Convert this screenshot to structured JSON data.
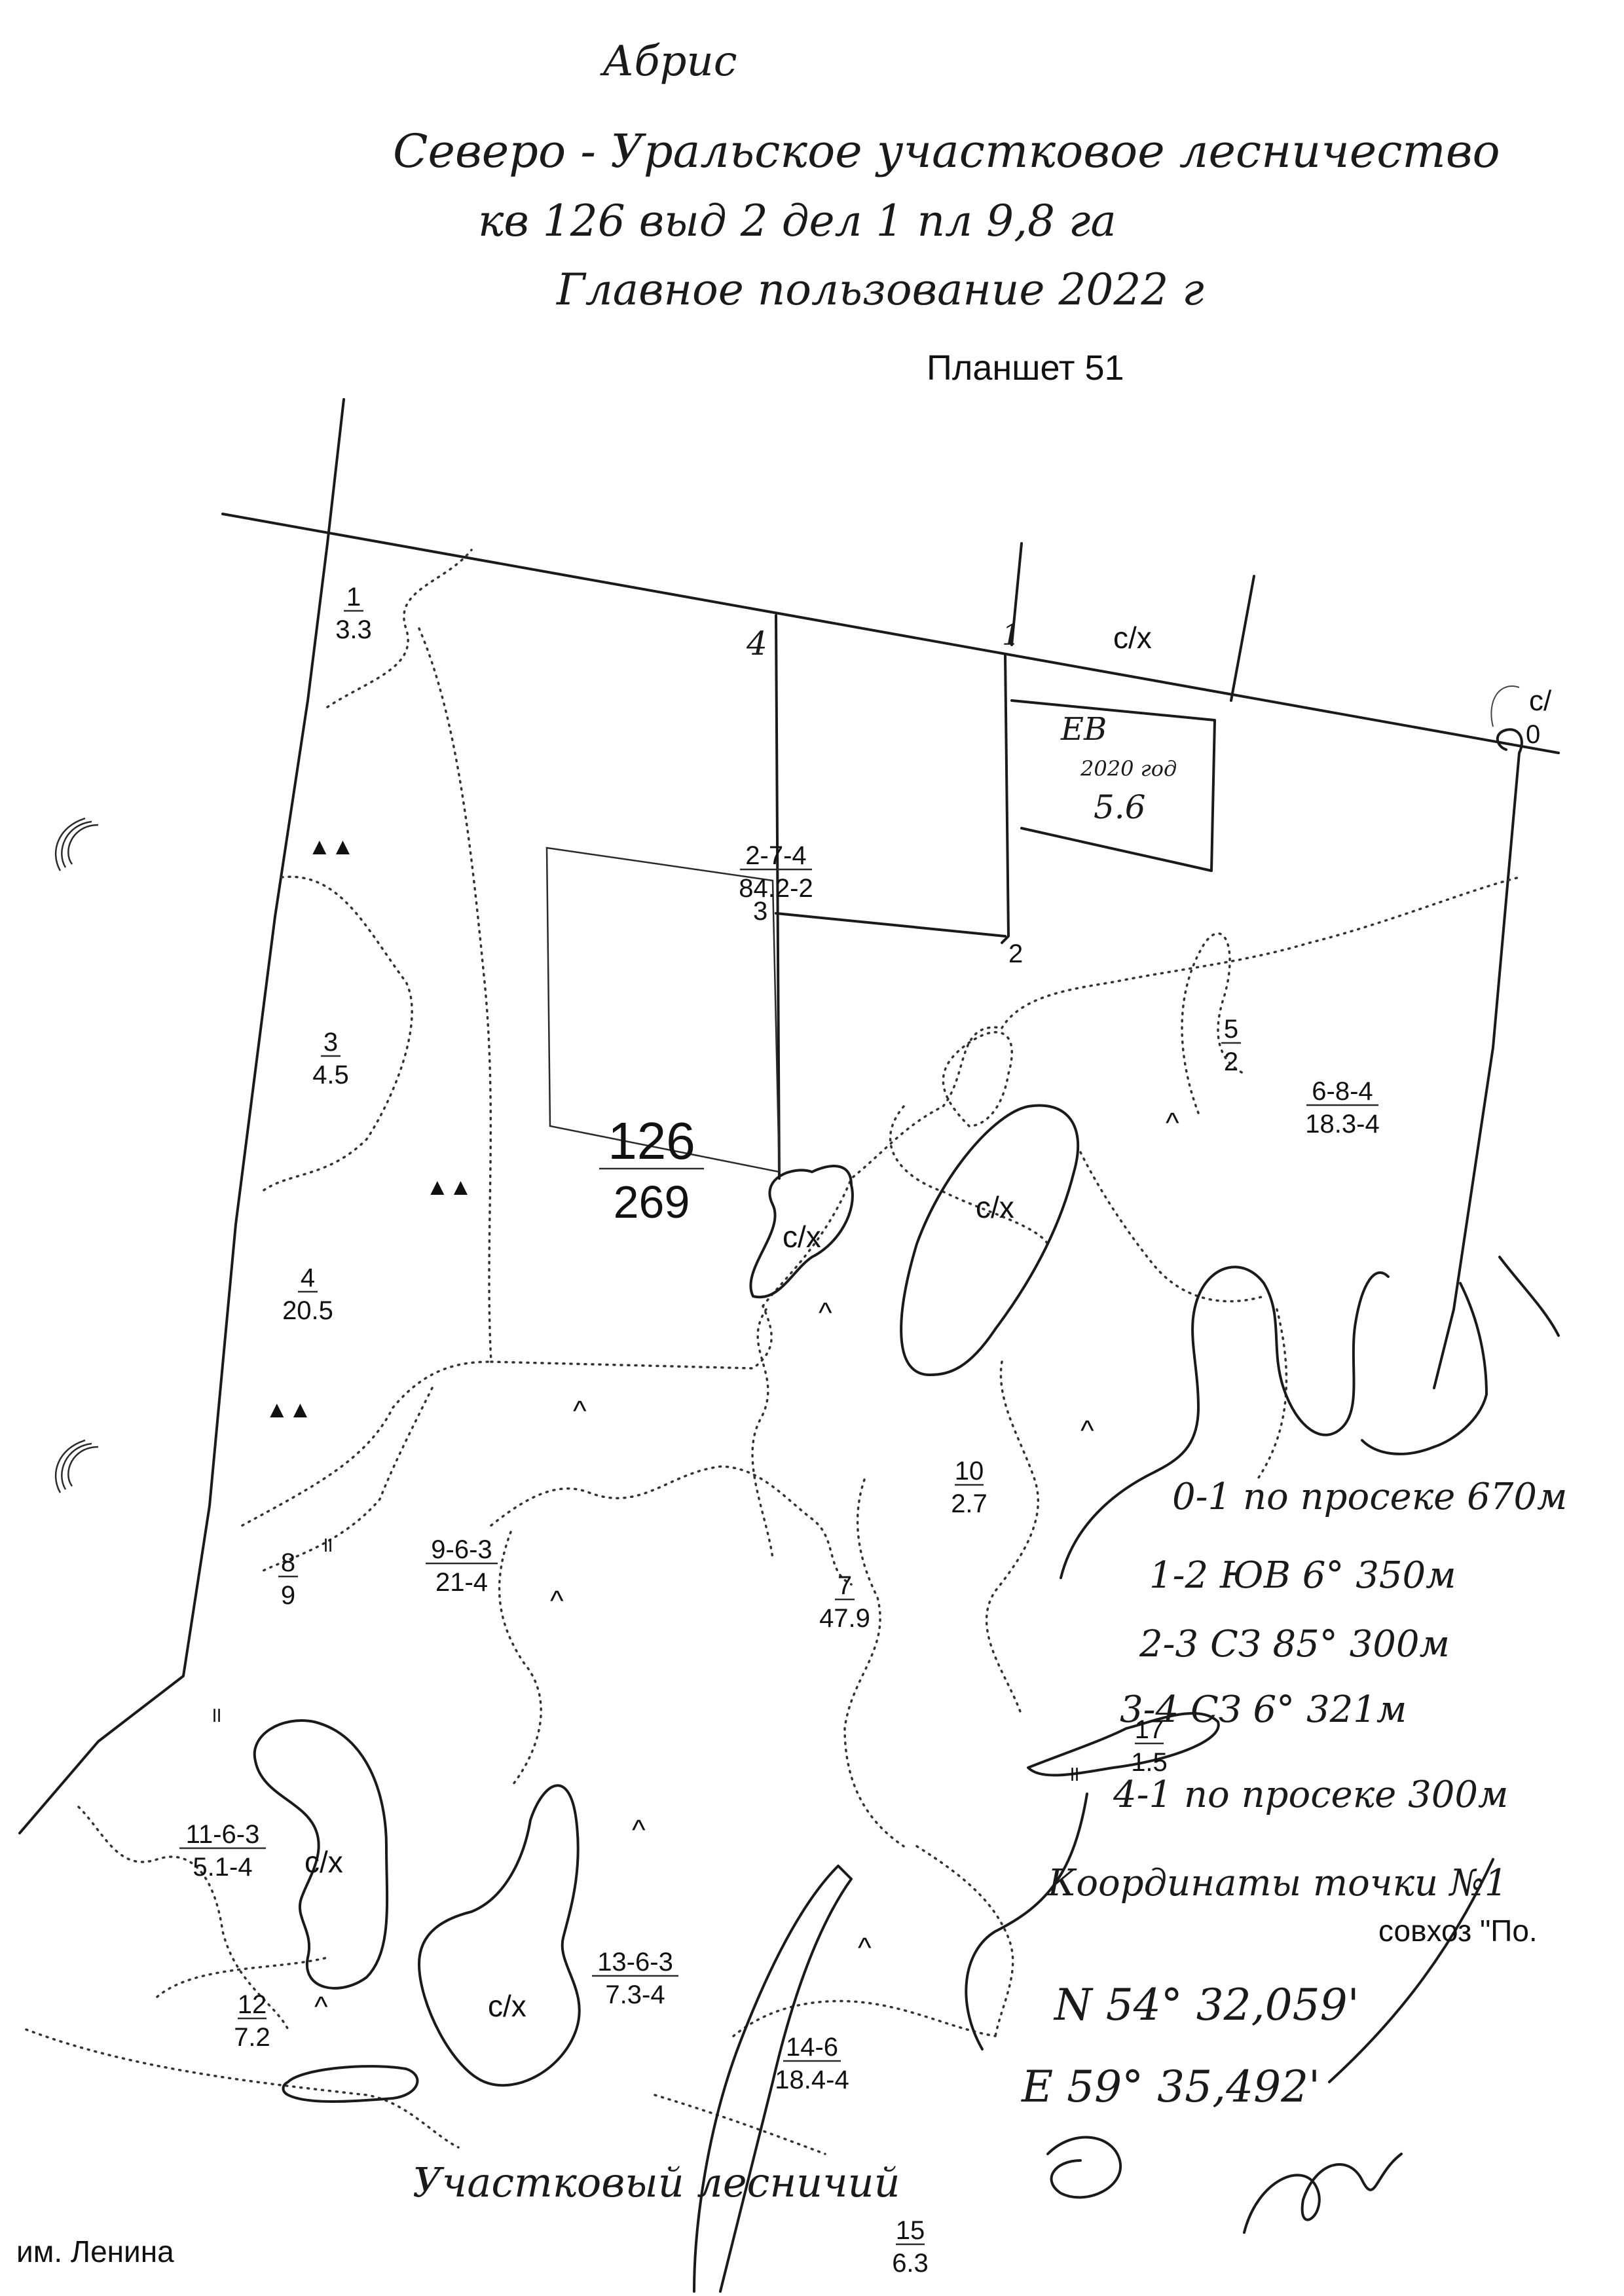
{
  "header": {
    "line1": "Абрис",
    "line2": "Северо - Уральское участковое лесничество",
    "line3": "кв 126 выд 2 дел 1 пл 9,8 га",
    "line4": "Главное пользование 2022 г",
    "planshet": "Планшет 51"
  },
  "compartment": {
    "number": "126",
    "area": "269"
  },
  "stands": [
    {
      "id": "1",
      "num": "1",
      "area": "3.3"
    },
    {
      "id": "3",
      "num": "3",
      "area": "4.5"
    },
    {
      "id": "4",
      "num": "4",
      "area": "20.5"
    },
    {
      "id": "8",
      "num": "8",
      "area": "9"
    },
    {
      "id": "2-7-4",
      "num": "2-7-4",
      "area": "84.2-2"
    },
    {
      "id": "5",
      "num": "5",
      "area": "2"
    },
    {
      "id": "6-8-4",
      "num": "6-8-4",
      "area": "18.3-4"
    },
    {
      "id": "9-6-3",
      "num": "9-6-3",
      "area": "21-4"
    },
    {
      "id": "10",
      "num": "10",
      "area": "2.7"
    },
    {
      "id": "7",
      "num": "7",
      "area": "47.9"
    },
    {
      "id": "17",
      "num": "17",
      "area": "1.5"
    },
    {
      "id": "11-6-3",
      "num": "11-6-3",
      "area": "5.1-4"
    },
    {
      "id": "12",
      "num": "12",
      "area": "7.2"
    },
    {
      "id": "13-6-3",
      "num": "13-6-3",
      "area": "7.3-4"
    },
    {
      "id": "14-6",
      "num": "14-6",
      "area": "18.4-4"
    },
    {
      "id": "15",
      "num": "15",
      "area": "6.3"
    }
  ],
  "labels": {
    "sx": "с/х",
    "sx_cut": "с/",
    "stamp_l1": "ЕВ",
    "stamp_l2": "2020 год",
    "stamp_l3": "5.6",
    "point_0": "0",
    "point_1": "1",
    "point_2": "2",
    "point_3": "3",
    "point_4": "4",
    "neighbor_right": "совхоз \"По.",
    "neighbor_bottom": "им. Ленина"
  },
  "survey": {
    "lines": [
      "0-1  по просеке 670м",
      "1-2  ЮВ 6°  350м",
      "2-3  СЗ 85°  300м",
      "3-4  СЗ 6°  321м",
      "4-1  по просеке 300м"
    ],
    "coords_title": "Координаты точки №1",
    "n": "N 54° 32,059'",
    "e": "E 59° 35,492'"
  },
  "footer": {
    "signature_line": "Участковый лесничий"
  },
  "colors": {
    "ink": "#1a1a1a",
    "paper": "#ffffff"
  }
}
